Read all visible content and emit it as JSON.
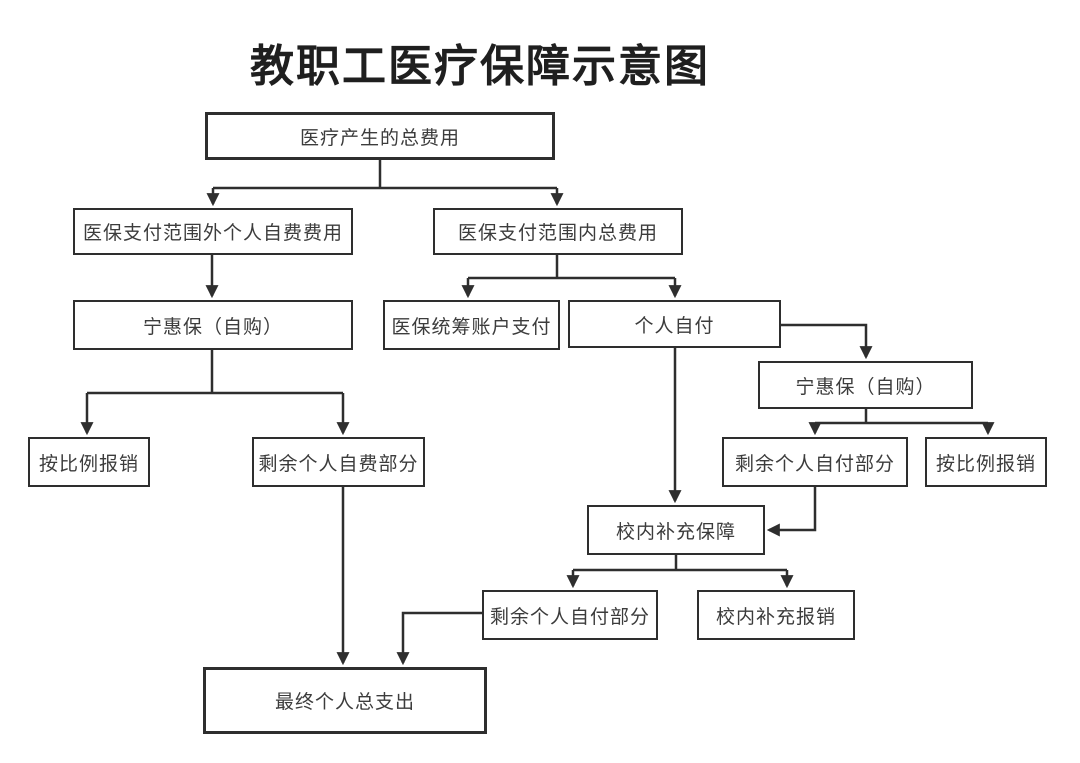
{
  "title": "教职工医疗保障示意图",
  "colors": {
    "background": "#ffffff",
    "line": "#2e2e2e",
    "box_border": "#2e2e2e",
    "text": "#3c3c3c",
    "title_text": "#1f1f1f"
  },
  "nodes": {
    "total_fee": {
      "label": "医疗产生的总费用"
    },
    "out_of_scope": {
      "label": "医保支付范围外个人自费费用"
    },
    "in_scope": {
      "label": "医保支付范围内总费用"
    },
    "ninghuibao_left": {
      "label": "宁惠保（自购）"
    },
    "pooled_account": {
      "label": "医保统筹账户支付"
    },
    "self_pay": {
      "label": "个人自付"
    },
    "ninghuibao_right": {
      "label": "宁惠保（自购）"
    },
    "proportional_left": {
      "label": "按比例报销"
    },
    "remaining_self_fee": {
      "label": "剩余个人自费部分"
    },
    "remaining_self_pay_right": {
      "label": "剩余个人自付部分"
    },
    "proportional_right": {
      "label": "按比例报销"
    },
    "school_supplement": {
      "label": "校内补充保障"
    },
    "remaining_self_pay_bottom": {
      "label": "剩余个人自付部分"
    },
    "school_reimburse": {
      "label": "校内补充报销"
    },
    "final_total": {
      "label": "最终个人总支出"
    }
  },
  "edges": [
    {
      "from": "total_fee",
      "to": "out_of_scope"
    },
    {
      "from": "total_fee",
      "to": "in_scope"
    },
    {
      "from": "out_of_scope",
      "to": "ninghuibao_left"
    },
    {
      "from": "in_scope",
      "to": "pooled_account"
    },
    {
      "from": "in_scope",
      "to": "self_pay"
    },
    {
      "from": "ninghuibao_left",
      "to": "proportional_left"
    },
    {
      "from": "ninghuibao_left",
      "to": "remaining_self_fee"
    },
    {
      "from": "self_pay",
      "to": "ninghuibao_right"
    },
    {
      "from": "self_pay",
      "to": "school_supplement"
    },
    {
      "from": "ninghuibao_right",
      "to": "remaining_self_pay_right"
    },
    {
      "from": "ninghuibao_right",
      "to": "proportional_right"
    },
    {
      "from": "remaining_self_pay_right",
      "to": "school_supplement"
    },
    {
      "from": "school_supplement",
      "to": "remaining_self_pay_bottom"
    },
    {
      "from": "school_supplement",
      "to": "school_reimburse"
    },
    {
      "from": "remaining_self_fee",
      "to": "final_total"
    },
    {
      "from": "remaining_self_pay_bottom",
      "to": "final_total"
    }
  ]
}
